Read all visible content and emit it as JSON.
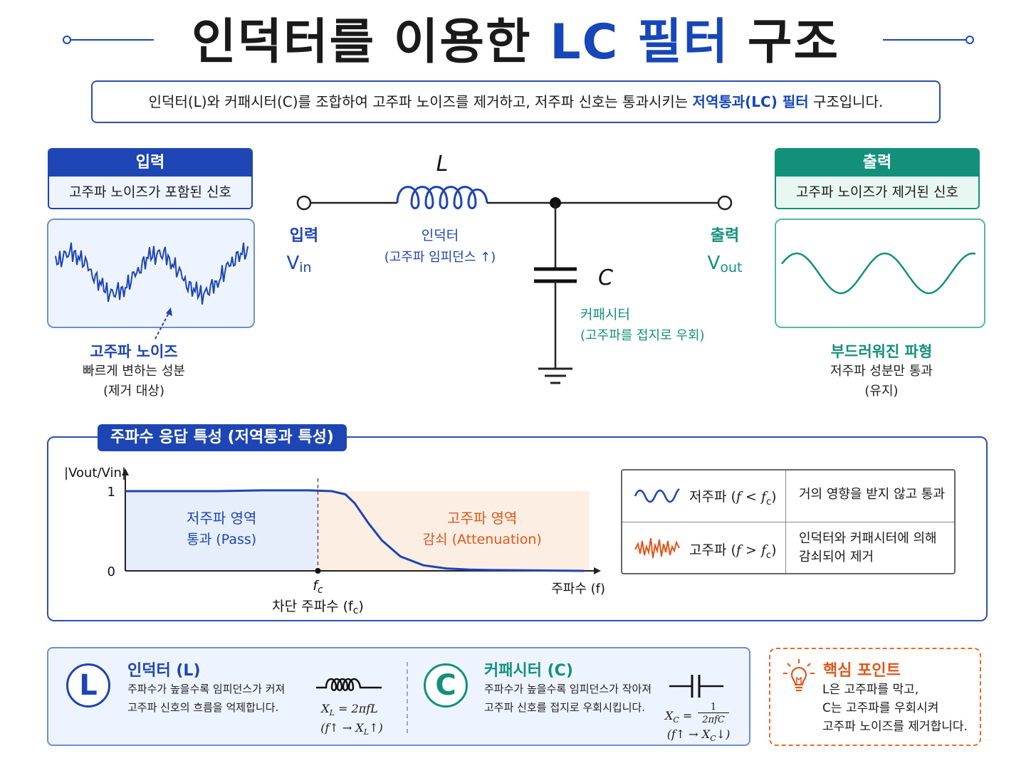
{
  "title": {
    "part1": "인덕터를 이용한 ",
    "highlight": "LC 필터",
    "part2": " 구조"
  },
  "subtitle": {
    "text1": "인덕터(L)와 커패시터(C)를 조합하여 고주파 노이즈를 제거하고, 저주파 신호는 통과시키는 ",
    "highlight": "저역통과(LC) 필터",
    "text2": " 구조입니다."
  },
  "input_card": {
    "header": "입력",
    "desc": "고주파 노이즈가 포함된 신호"
  },
  "output_card": {
    "header": "출력",
    "desc": "고주파 노이즈가 제거된 신호"
  },
  "input_caption": {
    "title": "고주파 노이즈",
    "line1": "빠르게 변하는 성분",
    "line2": "(제거 대상)"
  },
  "output_caption": {
    "title": "부드러워진 파형",
    "line1": "저주파 성분만 통과",
    "line2": "(유지)"
  },
  "circuit": {
    "inductor_symbol": "L",
    "capacitor_symbol": "C",
    "input_label": "입력",
    "input_v": "V",
    "input_sub": "in",
    "output_label": "출력",
    "output_v": "V",
    "output_sub": "out",
    "inductor_label": "인덕터",
    "inductor_note": "(고주파 임피던스 ↑)",
    "capacitor_label": "커패시터",
    "capacitor_note": "(고주파를 접지로 우회)"
  },
  "freq_section": {
    "tag": "주파수 응답 특성 (저역통과 특성)",
    "legend": [
      {
        "icon": "low-frequency-wave-icon",
        "name_prefix": "저주파 (",
        "cond": "f < f",
        "sub": "c",
        "suffix": ")",
        "desc1": "거의 영향을 받지 않고 통과",
        "desc2": ""
      },
      {
        "icon": "high-frequency-wave-icon",
        "name_prefix": "고주파 (",
        "cond": "f > f",
        "sub": "c",
        "suffix": ")",
        "desc1": "인덕터와 커패시터에 의해",
        "desc2": "감쇠되어 제거"
      }
    ]
  },
  "chart_data": {
    "type": "line",
    "title": "",
    "ylabel": "|Vout/Vin|",
    "xlabel": "주파수 (f)",
    "yticks": [
      "0",
      "1"
    ],
    "ylim": [
      0,
      1
    ],
    "cutoff_label": "f",
    "cutoff_sub": "c",
    "cutoff_caption": "차단 주파수 (f",
    "cutoff_caption_sub": "c",
    "cutoff_caption_end": ")",
    "regions": [
      {
        "name": "저주파 영역",
        "note": "통과 (Pass)",
        "color": "#1d45b3"
      },
      {
        "name": "고주파 영역",
        "note": "감쇠 (Attenuation)",
        "color": "#e0571c"
      }
    ],
    "series": [
      {
        "x": [
          0,
          0.1,
          0.2,
          0.3,
          0.35,
          0.4,
          0.45,
          0.48,
          0.5,
          0.53,
          0.56,
          0.6,
          0.65,
          0.7,
          0.75,
          0.8,
          0.9,
          1.0
        ],
        "values": [
          1,
          1,
          1,
          1.01,
          1.01,
          1.01,
          1.0,
          0.96,
          0.85,
          0.6,
          0.38,
          0.18,
          0.07,
          0.03,
          0.015,
          0.01,
          0.005,
          0.0
        ]
      }
    ],
    "cutoff_x": 0.42
  },
  "inductor_card": {
    "badge": "L",
    "title": "인덕터 (L)",
    "desc1": "주파수가 높을수록 임피던스가 커져",
    "desc2": "고주파 신호의 흐름을 억제합니다.",
    "formula": "X",
    "formula_sub": "L",
    "formula_rhs": " = 2πfL",
    "relation": "(f↑ → X",
    "relation_sub": "L",
    "relation_end": "↑)"
  },
  "capacitor_card": {
    "badge": "C",
    "title": "커패시터 (C)",
    "desc1": "주파수가 높을수록 임피던스가 작아져",
    "desc2": "고주파 신호를 접지로 우회시킵니다.",
    "formula": "X",
    "formula_sub": "C",
    "formula_eq": " = ",
    "formula_num": "1",
    "formula_den": "2πfC",
    "relation": "(f↑ → X",
    "relation_sub": "C",
    "relation_end": "↓)"
  },
  "key_point": {
    "icon": "lightbulb-icon",
    "title": "핵심 포인트",
    "line1": "L은 고주파를 막고,",
    "line2": "C는 고주파를 우회시켜",
    "line3": "고주파 노이즈를 제거합니다."
  },
  "colors": {
    "blue": "#1d45b3",
    "green": "#13907a",
    "orange": "#e0571c"
  }
}
